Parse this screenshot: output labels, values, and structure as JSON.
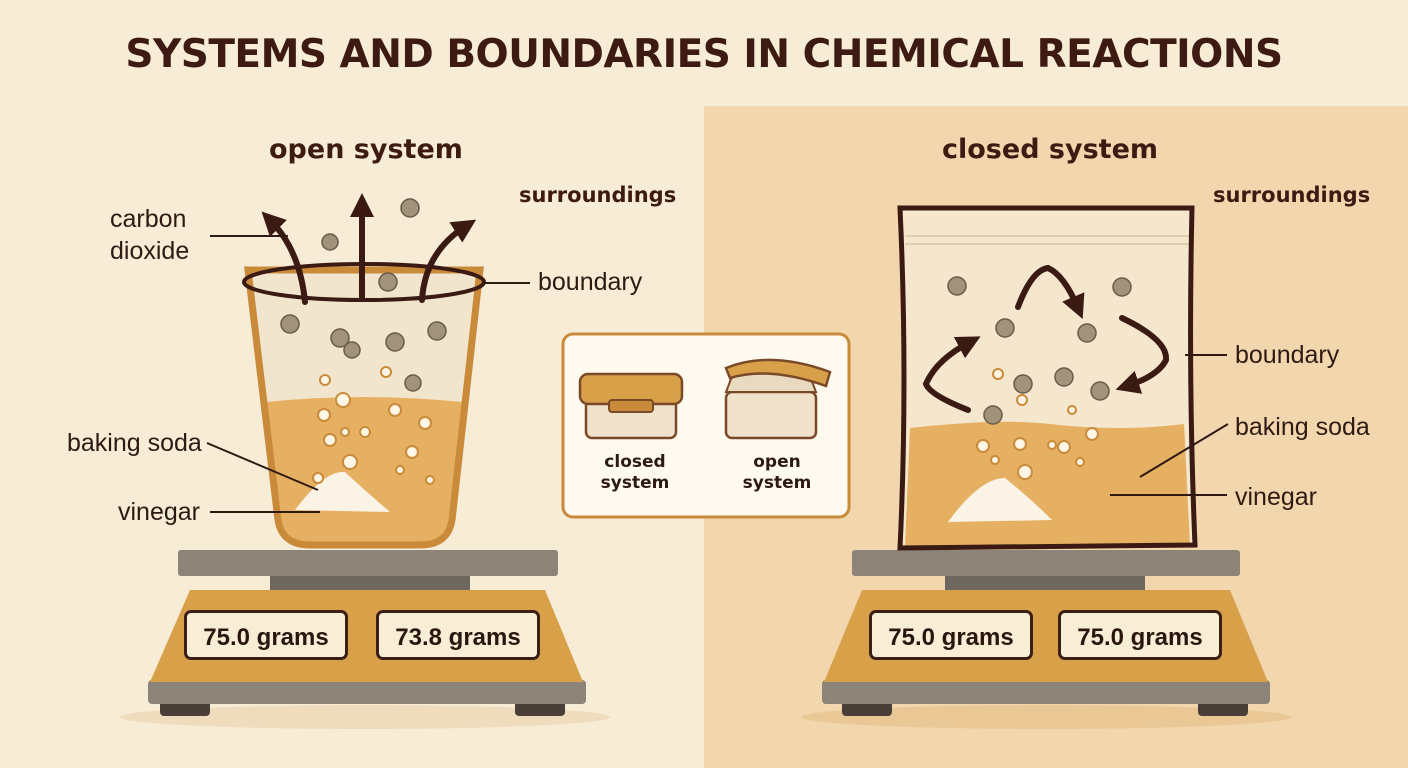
{
  "title": "SYSTEMS AND BOUNDARIES IN CHEMICAL REACTIONS",
  "left": {
    "heading": "open system",
    "surroundings": "surroundings",
    "labels": {
      "carbon_dioxide_line1": "carbon",
      "carbon_dioxide_line2": "dioxide",
      "boundary": "boundary",
      "baking_soda": "baking soda",
      "vinegar": "vinegar"
    },
    "scale": {
      "before": "75.0 grams",
      "after": "73.8 grams"
    }
  },
  "right": {
    "heading": "closed system",
    "surroundings": "surroundings",
    "labels": {
      "boundary": "boundary",
      "baking_soda": "baking soda",
      "vinegar": "vinegar"
    },
    "scale": {
      "before": "75.0 grams",
      "after": "75.0 grams"
    }
  },
  "inset": {
    "closed_line1": "closed",
    "closed_line2": "system",
    "open_line1": "open",
    "open_line2": "system"
  },
  "colors": {
    "background_left": "#f7ecd6",
    "background_right": "#f2d7ae",
    "dark_brown": "#3d1a12",
    "orange": "#c98a3a",
    "liquid": "#e6b063",
    "scale_body": "#d9a04a",
    "scale_gray": "#8c8479"
  }
}
